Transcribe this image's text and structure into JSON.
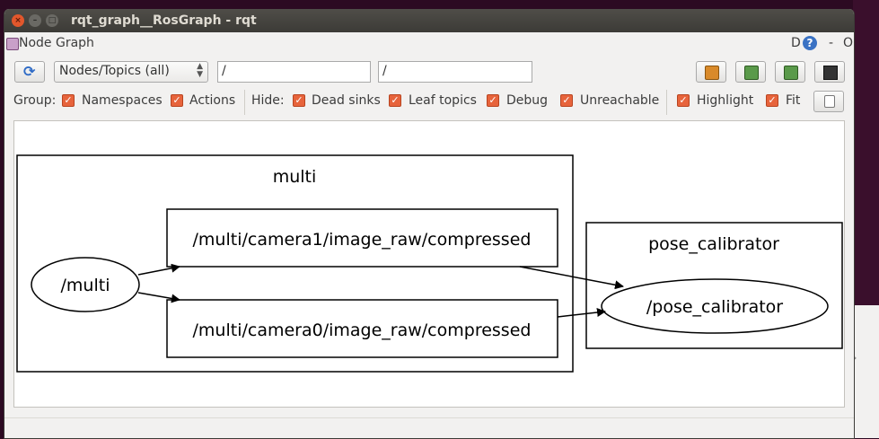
{
  "window": {
    "title": "rqt_graph__RosGraph - rqt"
  },
  "plugin": {
    "title": "Node Graph",
    "help_d": "D",
    "help_q": "?",
    "dash": "-",
    "o": "O"
  },
  "toolbar": {
    "combo_selected": "Nodes/Topics (all)",
    "filter1_value": "/",
    "filter2_value": "/"
  },
  "options": {
    "group_label": "Group:",
    "namespaces": "Namespaces",
    "actions": "Actions",
    "hide_label": "Hide:",
    "dead_sinks": "Dead sinks",
    "leaf_topics": "Leaf topics",
    "debug": "Debug",
    "unreachable": "Unreachable",
    "highlight": "Highlight",
    "fit": "Fit"
  },
  "graph": {
    "clusters": {
      "multi": "multi",
      "pose_calibrator": "pose_calibrator"
    },
    "nodes": {
      "multi": "/multi",
      "pose_calibrator": "/pose_calibrator"
    },
    "topics": {
      "camera1": "/multi/camera1/image_raw/compressed",
      "camera0": "/multi/camera0/image_raw/compressed"
    }
  },
  "colors": {
    "accent_checkbox": "#e7643c",
    "titlebar": "#3c3b37",
    "close": "#e2572c"
  }
}
